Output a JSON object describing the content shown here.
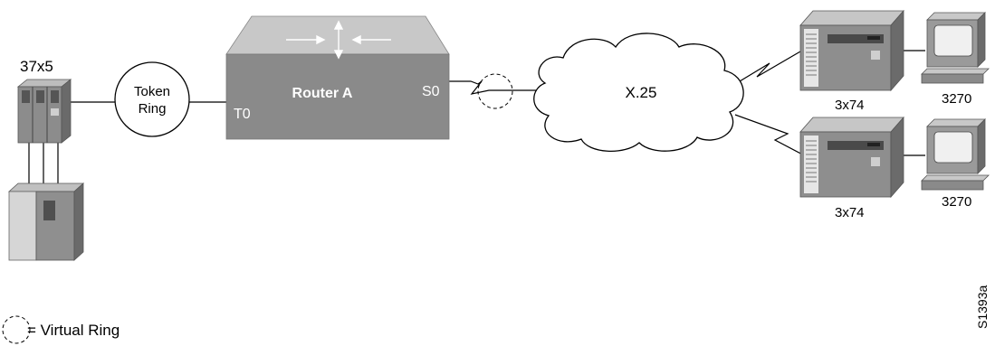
{
  "diagram": {
    "mainframe_label": "37x5",
    "token_ring_line1": "Token",
    "token_ring_line2": "Ring",
    "router_label": "Router A",
    "port_t0": "T0",
    "port_s0": "S0",
    "cloud_label": "X.25",
    "controller_top_label": "3x74",
    "controller_bottom_label": "3x74",
    "terminal_top_label": "3270",
    "terminal_bottom_label": "3270",
    "legend_text": "= Virtual Ring",
    "figure_id": "S1393a"
  },
  "colors": {
    "router_top": "#c8c8c8",
    "router_front": "#8a8a8a",
    "router_side": "#6e6e6e",
    "device_dark": "#666666",
    "device_mid": "#9a9a9a",
    "device_light": "#d0d0d0",
    "line": "#000000"
  }
}
